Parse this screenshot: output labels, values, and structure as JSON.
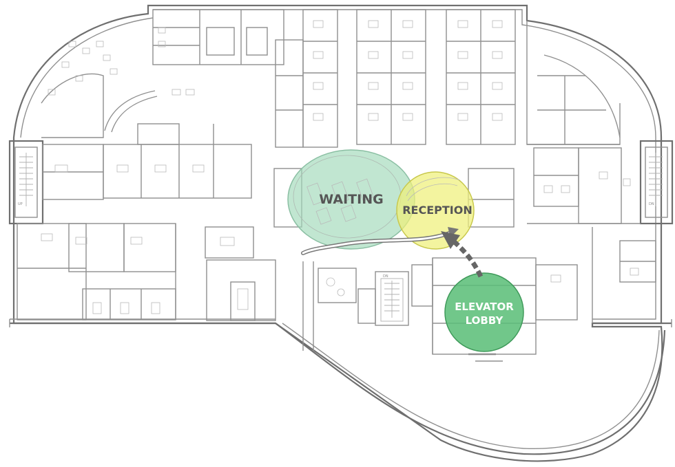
{
  "zones": [
    {
      "id": "waiting",
      "label": "WAITING",
      "color": "#9fd9b8"
    },
    {
      "id": "reception",
      "label": "RECEPTION",
      "color": "#eef07a"
    },
    {
      "id": "elevator-lobby",
      "label_lines": [
        "ELEVATOR",
        "LOBBY"
      ],
      "color": "#5dbf7a"
    }
  ],
  "colors": {
    "wall": "#8f8f8f",
    "path_arrow": "#777777",
    "dashed_arrow": "#666666"
  },
  "small_labels": {
    "stair_left": "UP",
    "stair_center": "DN",
    "stair_right": "DN"
  }
}
